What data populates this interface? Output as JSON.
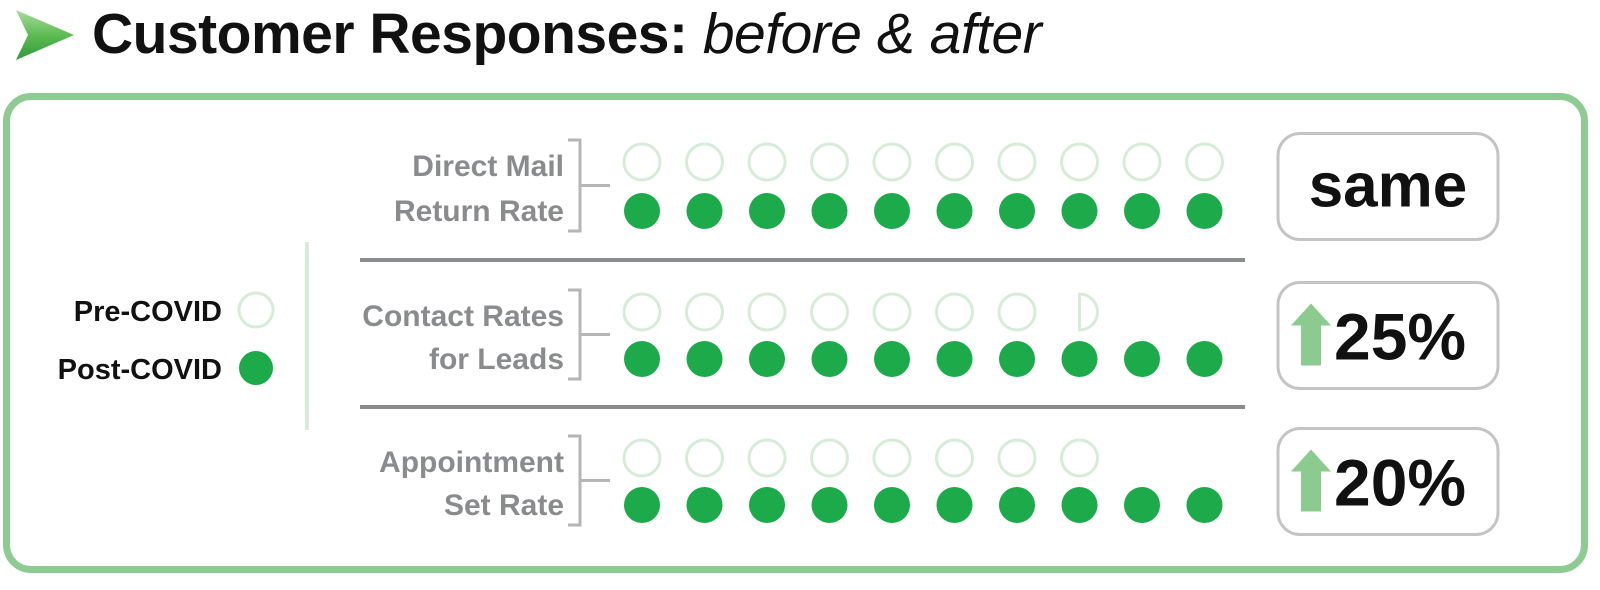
{
  "header": {
    "title_main": "Customer Responses:",
    "title_sub": "before & after",
    "icon": "chevron-right-icon"
  },
  "colors": {
    "accent": "#1caa4b",
    "pre_outline": "#d7ecd8",
    "panel_border": "#8dcb93",
    "arrow": "#8ccb8f",
    "label_gray": "#8a8b8d",
    "badge_border": "#c4c4c4"
  },
  "chart_data": {
    "type": "pictograph",
    "unit": "",
    "legend": [
      {
        "label": "Pre-COVID",
        "style": "outline"
      },
      {
        "label": "Post-COVID",
        "style": "filled"
      }
    ],
    "rows": [
      {
        "label_lines": [
          "Direct Mail",
          "Return Rate"
        ],
        "pre": 10,
        "post": 10,
        "change": "same",
        "change_direction": "none"
      },
      {
        "label_lines": [
          "Contact Rates",
          "for Leads"
        ],
        "pre": 7.5,
        "post": 10,
        "change": "25%",
        "change_direction": "up"
      },
      {
        "label_lines": [
          "Appointment",
          "Set Rate"
        ],
        "pre": 8,
        "post": 10,
        "change": "20%",
        "change_direction": "up"
      }
    ]
  }
}
